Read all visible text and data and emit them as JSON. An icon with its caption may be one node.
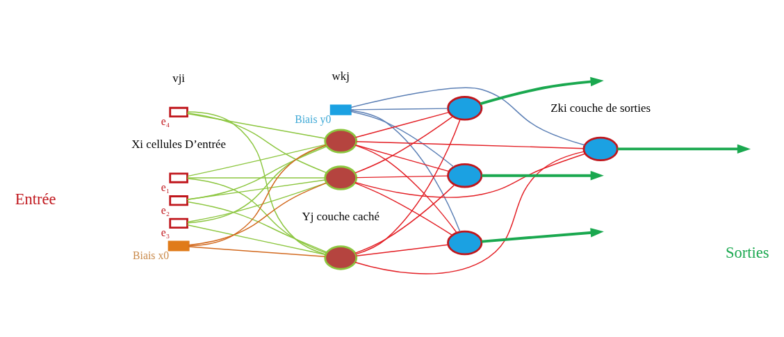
{
  "diagram": {
    "nodes": [
      {
        "text": [],
        "shape": "box",
        "beside": [
          "e₁"
        ]
      },
      {
        "text": [],
        "shape": "box",
        "beside": [
          "e₂"
        ]
      },
      {
        "text": [],
        "shape": "box",
        "beside": [
          "e₃"
        ]
      },
      {
        "text": [],
        "shape": "box",
        "beside": [
          "e₄"
        ]
      },
      {
        "text": [],
        "shape": "box",
        "beside": [
          "Biais x0"
        ]
      },
      {
        "text": [],
        "shape": "box",
        "beside": [
          "Biais y0"
        ]
      },
      {
        "text": [],
        "shape": "circle"
      },
      {
        "text": [],
        "shape": "circle"
      },
      {
        "text": [],
        "shape": "circle"
      },
      {
        "text": [],
        "shape": "circle"
      },
      {
        "text": [],
        "shape": "circle"
      },
      {
        "text": [],
        "shape": "circle"
      },
      {
        "text": [],
        "shape": "circle"
      }
    ],
    "edges": [
      {
        "from": 0,
        "to": 6,
        "arrow": "none",
        "color": "#8cc63f"
      },
      {
        "from": 0,
        "to": 7,
        "arrow": "none",
        "color": "#8cc63f"
      },
      {
        "from": 0,
        "to": 8,
        "arrow": "none",
        "color": "#8cc63f"
      },
      {
        "from": 1,
        "to": 6,
        "arrow": "none",
        "color": "#8cc63f"
      },
      {
        "from": 1,
        "to": 7,
        "arrow": "none",
        "color": "#8cc63f"
      },
      {
        "from": 1,
        "to": 8,
        "arrow": "none",
        "color": "#8cc63f"
      },
      {
        "from": 2,
        "to": 6,
        "arrow": "none",
        "color": "#8cc63f"
      },
      {
        "from": 2,
        "to": 7,
        "arrow": "none",
        "color": "#8cc63f"
      },
      {
        "from": 2,
        "to": 8,
        "arrow": "none",
        "color": "#8cc63f"
      },
      {
        "from": 3,
        "to": 6,
        "arrow": "none",
        "color": "#8cc63f"
      },
      {
        "from": 3,
        "to": 7,
        "arrow": "none",
        "color": "#8cc63f"
      },
      {
        "from": 3,
        "to": 8,
        "arrow": "none",
        "color": "#8cc63f"
      },
      {
        "from": 4,
        "to": 6,
        "arrow": "none",
        "color": "#d2691e"
      },
      {
        "from": 4,
        "to": 7,
        "arrow": "none",
        "color": "#d2691e"
      },
      {
        "from": 4,
        "to": 8,
        "arrow": "none",
        "color": "#d2691e"
      },
      {
        "from": 6,
        "to": 9,
        "arrow": "none",
        "color": "#e31e24"
      },
      {
        "from": 6,
        "to": 10,
        "arrow": "none",
        "color": "#e31e24"
      },
      {
        "from": 6,
        "to": 11,
        "arrow": "none",
        "color": "#e31e24"
      },
      {
        "from": 6,
        "to": 12,
        "arrow": "none",
        "color": "#e31e24"
      },
      {
        "from": 7,
        "to": 9,
        "arrow": "none",
        "color": "#e31e24"
      },
      {
        "from": 7,
        "to": 10,
        "arrow": "none",
        "color": "#e31e24"
      },
      {
        "from": 7,
        "to": 11,
        "arrow": "none",
        "color": "#e31e24"
      },
      {
        "from": 7,
        "to": 12,
        "arrow": "none",
        "color": "#e31e24"
      },
      {
        "from": 8,
        "to": 9,
        "arrow": "none",
        "color": "#e31e24"
      },
      {
        "from": 8,
        "to": 10,
        "arrow": "none",
        "color": "#e31e24"
      },
      {
        "from": 8,
        "to": 11,
        "arrow": "none",
        "color": "#e31e24"
      },
      {
        "from": 8,
        "to": 12,
        "arrow": "none",
        "color": "#e31e24"
      },
      {
        "from": 5,
        "to": 9,
        "arrow": "none",
        "color": "#5b7fb5"
      },
      {
        "from": 5,
        "to": 10,
        "arrow": "none",
        "color": "#5b7fb5"
      },
      {
        "from": 5,
        "to": 11,
        "arrow": "none",
        "color": "#5b7fb5"
      },
      {
        "from": 5,
        "to": 12,
        "arrow": "none",
        "color": "#5b7fb5"
      },
      {
        "from": 9,
        "to": null,
        "arrow": "to",
        "style": "thick",
        "color": "#1aa84f"
      },
      {
        "from": 10,
        "to": null,
        "arrow": "to",
        "style": "thick",
        "color": "#1aa84f"
      },
      {
        "from": 11,
        "to": null,
        "arrow": "to",
        "style": "thick",
        "color": "#1aa84f"
      },
      {
        "from": 12,
        "to": null,
        "arrow": "to",
        "style": "thick",
        "color": "#1aa84f"
      }
    ],
    "labels": [
      "Entrée",
      "vji",
      "wkj",
      "Sorties",
      "Xi cellules D’entrée",
      "Yj couche caché",
      "Zki couche de sorties"
    ]
  }
}
